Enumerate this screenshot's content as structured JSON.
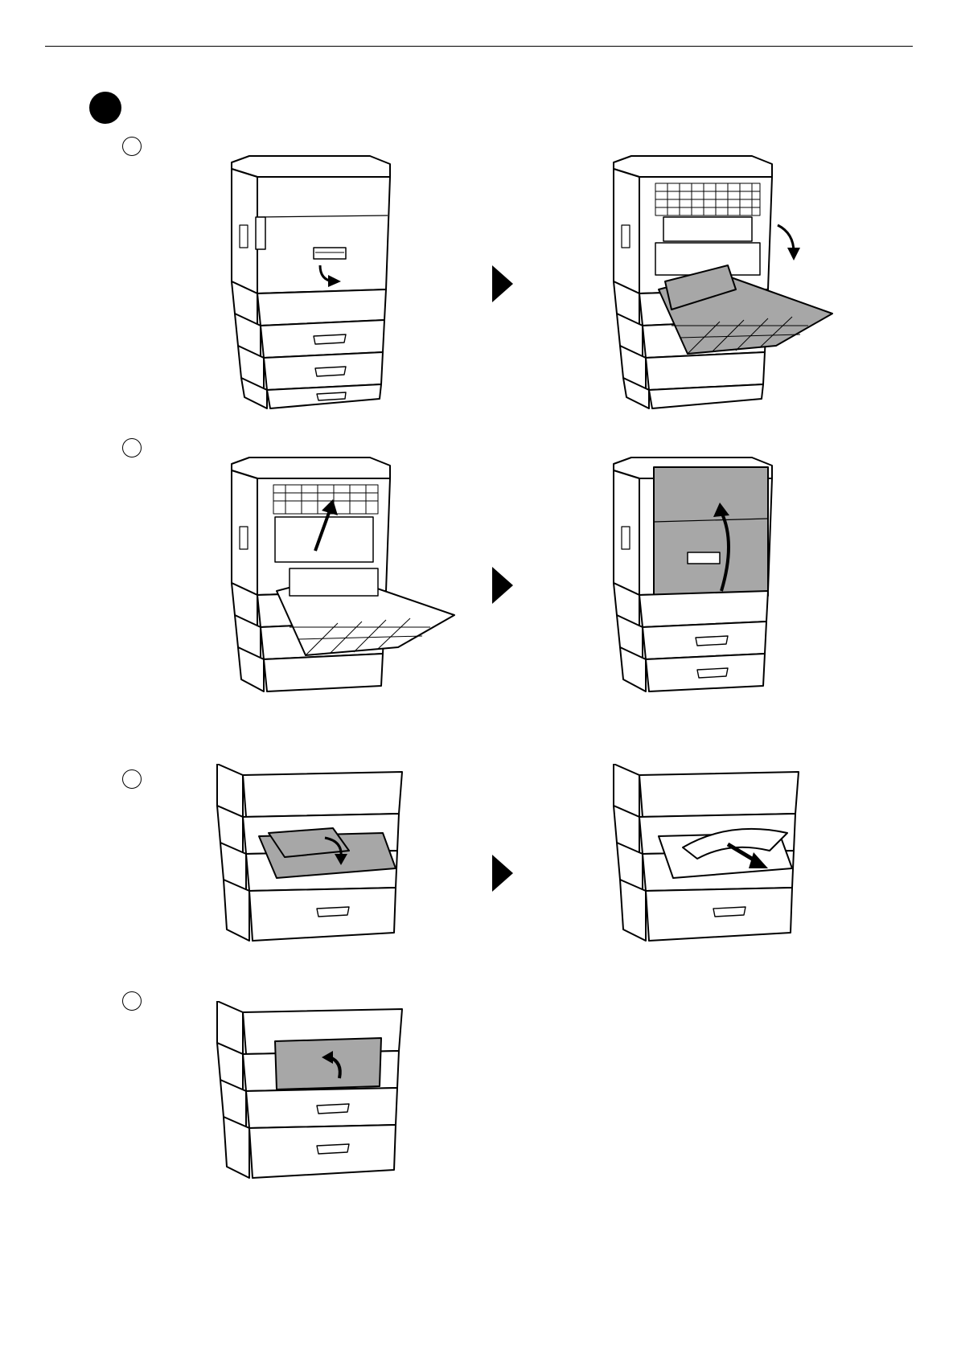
{
  "page": {
    "sections": [
      {
        "id": "step-1",
        "figures": [
          "rear-cover-closed",
          "rear-cover-open"
        ]
      },
      {
        "id": "step-2",
        "figures": [
          "fuser-cover-lift",
          "rear-cover-close"
        ]
      },
      {
        "id": "step-3",
        "figures": [
          "lower-cover-open",
          "paper-remove"
        ]
      },
      {
        "id": "step-4",
        "figures": [
          "lower-cover-close"
        ]
      }
    ],
    "colors": {
      "ink": "#000000",
      "highlight": "#a7a7a7",
      "paper": "#ffffff"
    },
    "icons": [
      "bullet-dot-icon",
      "step-circle-icon",
      "next-arrow-icon",
      "motion-arrow-icon"
    ]
  }
}
